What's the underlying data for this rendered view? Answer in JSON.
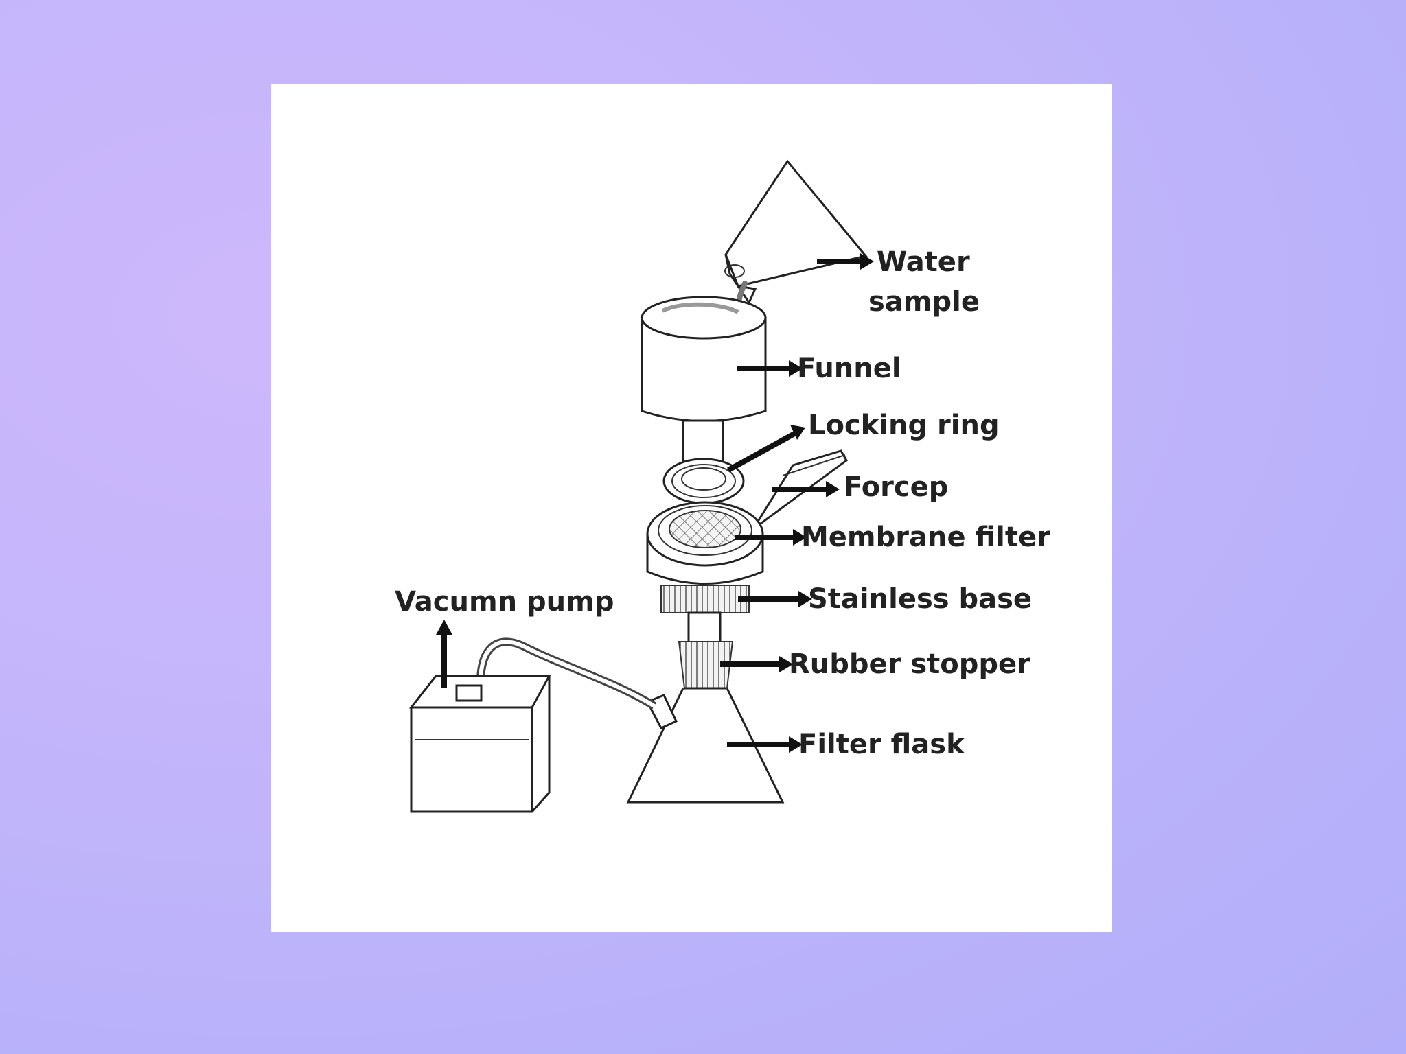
{
  "diagram": {
    "labels": {
      "water_sample_line1": "Water",
      "water_sample_line2": "sample",
      "funnel": "Funnel",
      "locking_ring": "Locking ring",
      "forcep": "Forcep",
      "membrane_filter": "Membrane filter",
      "stainless_base": "Stainless base",
      "rubber_stopper": "Rubber stopper",
      "filter_flask": "Filter flask",
      "vacuum_pump": "Vacumn pump"
    },
    "colors": {
      "background": "#c4b5fb",
      "panel": "#ffffff",
      "ink": "#222222"
    }
  }
}
